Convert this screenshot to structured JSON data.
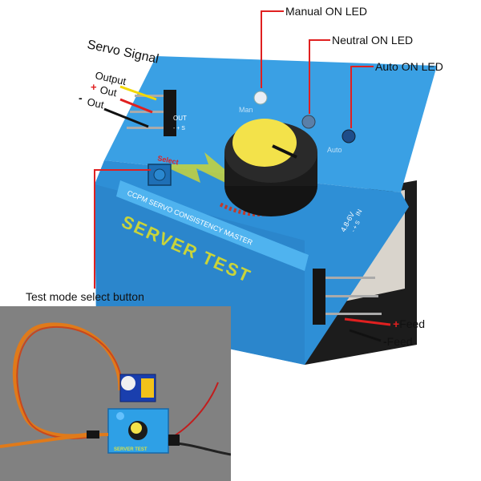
{
  "labels": {
    "manual_led": "Manual ON LED",
    "neutral_led": "Neutral ON LED",
    "auto_led": "Auto ON LED",
    "servo_signal": "Servo Signal",
    "output": "Output",
    "plus_out": "Out",
    "minus_out": "Out",
    "plus_sign": "+",
    "minus_sign": "-",
    "test_mode": "Test mode select button",
    "feed_plus": "Feed",
    "feed_minus": "Feed",
    "feed_plus_sign": "+",
    "feed_minus_sign": "-"
  },
  "device": {
    "led_man": "Man",
    "led_auto": "Auto",
    "out_text": "OUT",
    "out_pins": "- + S",
    "select_text": "Select",
    "banner": "CCPM SERVO CONSISTENCY MASTER",
    "title": "SERVER TEST",
    "voltage": "4.8-6V",
    "in_text": "IN",
    "in_pins": "- + S"
  },
  "photo": {
    "device_title": "SERVER TEST"
  },
  "colors": {
    "device_blue": "#2e8fd6",
    "device_top": "#3aa0e4",
    "device_dark": "#1f6fb0",
    "knob_yellow": "#f3e24a",
    "knob_black": "#1b1b1b",
    "callout_red": "#e02020",
    "wire_yellow": "#f2d800",
    "wire_red": "#e02020",
    "wire_black": "#111111"
  },
  "icons": [
    "knob-icon",
    "led-icon",
    "pin-header-icon",
    "servo-icon"
  ]
}
